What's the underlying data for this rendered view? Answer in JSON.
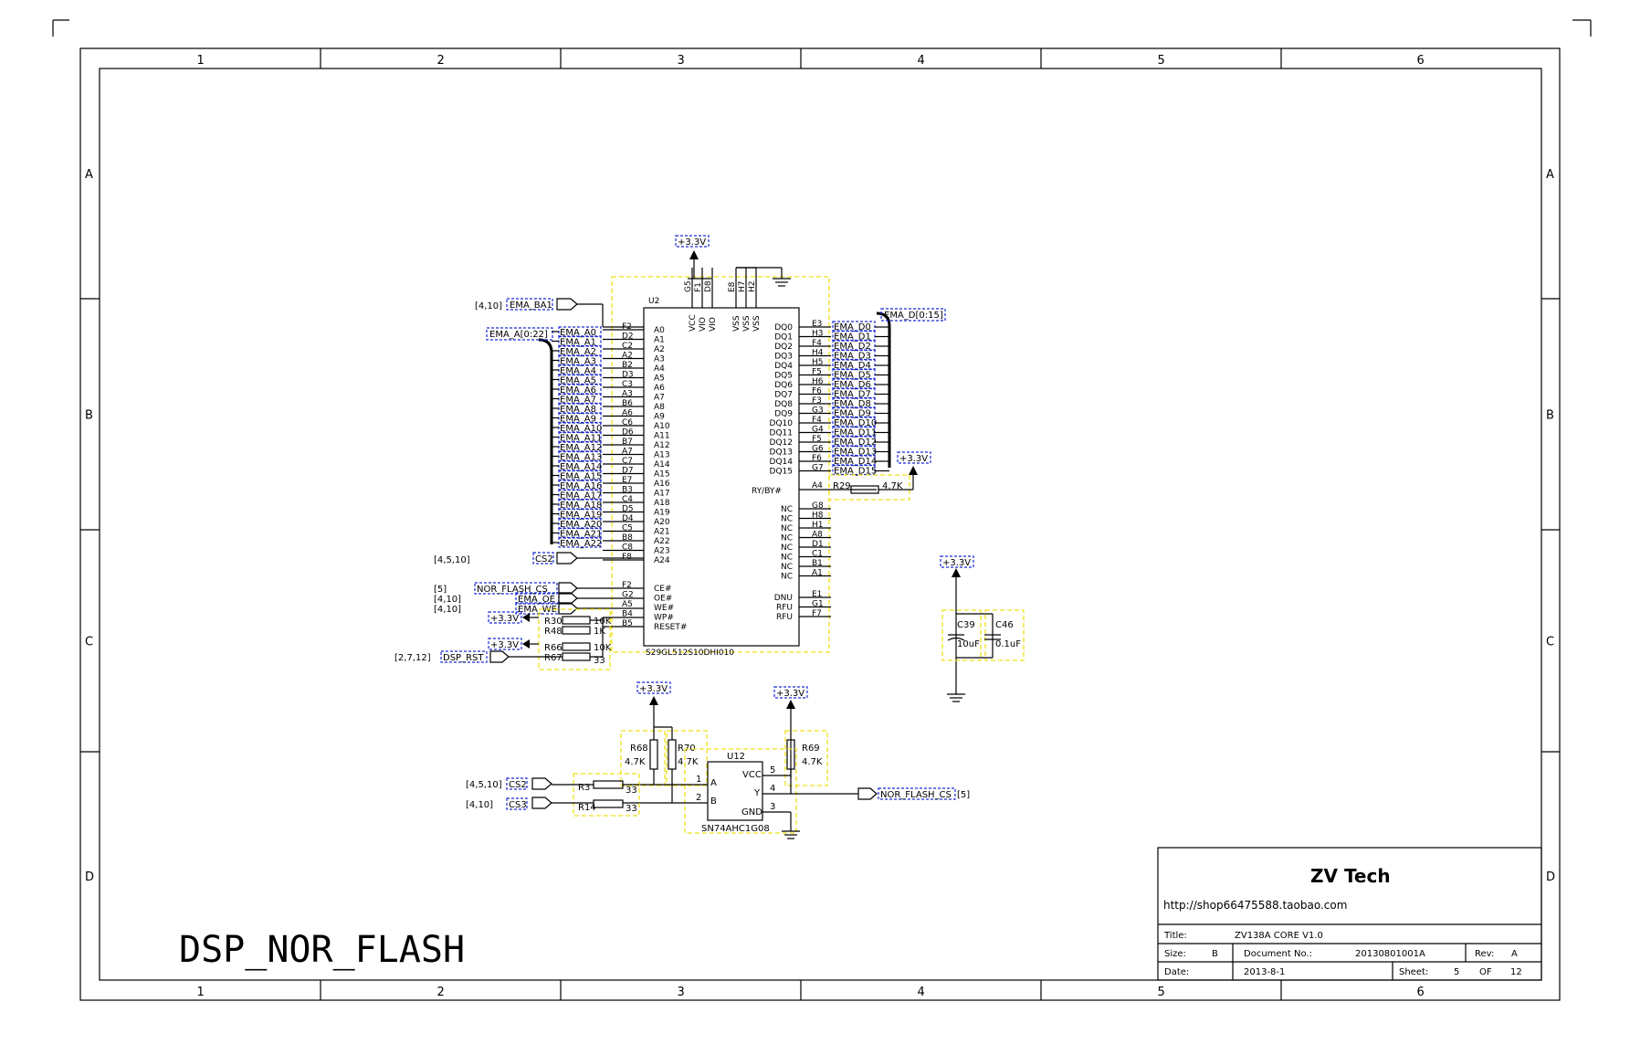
{
  "frame": {
    "col_labels": [
      "1",
      "2",
      "3",
      "4",
      "5",
      "6"
    ],
    "row_labels": [
      "A",
      "B",
      "C",
      "D"
    ]
  },
  "sheet_title": "DSP_NOR_FLASH",
  "title_block": {
    "company": "ZV Tech",
    "url": "http://shop66475588.taobao.com",
    "title_label": "Title:",
    "title_value": "ZV138A CORE V1.0",
    "size_label": "Size:",
    "size_value": "B",
    "docno_label": "Document No.:",
    "docno_value": "20130801001A",
    "rev_label": "Rev:",
    "rev_value": "A",
    "date_label": "Date:",
    "date_value": "2013-8-1",
    "sheet_label": "Sheet:",
    "sheet_value": "5",
    "of_label": "OF",
    "of_value": "12"
  },
  "u2": {
    "ref": "U2",
    "part": "S29GL512S10DHI010",
    "power_pins_top": [
      "VCC",
      "VIO",
      "VIO",
      "VSS",
      "VSS",
      "VSS"
    ],
    "power_pin_numbers": [
      "G5",
      "F1",
      "D8",
      "E8",
      "H7",
      "H2"
    ],
    "left_pins": [
      {
        "name": "A0",
        "num": "F2"
      },
      {
        "name": "A1",
        "num": "D2"
      },
      {
        "name": "A2",
        "num": "C2"
      },
      {
        "name": "A3",
        "num": "A2"
      },
      {
        "name": "A4",
        "num": "B2"
      },
      {
        "name": "A5",
        "num": "D3"
      },
      {
        "name": "A6",
        "num": "C3"
      },
      {
        "name": "A7",
        "num": "A3"
      },
      {
        "name": "A8",
        "num": "B6"
      },
      {
        "name": "A9",
        "num": "A6"
      },
      {
        "name": "A10",
        "num": "C6"
      },
      {
        "name": "A11",
        "num": "D6"
      },
      {
        "name": "A12",
        "num": "B7"
      },
      {
        "name": "A13",
        "num": "A7"
      },
      {
        "name": "A14",
        "num": "C7"
      },
      {
        "name": "A15",
        "num": "D7"
      },
      {
        "name": "A16",
        "num": "E7"
      },
      {
        "name": "A17",
        "num": "B3"
      },
      {
        "name": "A18",
        "num": "C4"
      },
      {
        "name": "A19",
        "num": "D5"
      },
      {
        "name": "A20",
        "num": "D4"
      },
      {
        "name": "A21",
        "num": "C5"
      },
      {
        "name": "A22",
        "num": "B8"
      },
      {
        "name": "A23",
        "num": "C8"
      },
      {
        "name": "A24",
        "num": "F8"
      }
    ],
    "ctrl_pins": [
      {
        "name": "CE#",
        "num": "F2"
      },
      {
        "name": "OE#",
        "num": "G2"
      },
      {
        "name": "WE#",
        "num": "A5"
      },
      {
        "name": "WP#",
        "num": "B4"
      },
      {
        "name": "RESET#",
        "num": "B5"
      }
    ],
    "right_pins": [
      {
        "name": "DQ0",
        "num": "E3"
      },
      {
        "name": "DQ1",
        "num": "H3"
      },
      {
        "name": "DQ2",
        "num": "F4"
      },
      {
        "name": "DQ3",
        "num": "H4"
      },
      {
        "name": "DQ4",
        "num": "H5"
      },
      {
        "name": "DQ5",
        "num": "F5"
      },
      {
        "name": "DQ6",
        "num": "H6"
      },
      {
        "name": "DQ7",
        "num": "F6"
      },
      {
        "name": "DQ8",
        "num": "F3"
      },
      {
        "name": "DQ9",
        "num": "G3"
      },
      {
        "name": "DQ10",
        "num": "F4"
      },
      {
        "name": "DQ11",
        "num": "G4"
      },
      {
        "name": "DQ12",
        "num": "F5"
      },
      {
        "name": "DQ13",
        "num": "G6"
      },
      {
        "name": "DQ14",
        "num": "F6"
      },
      {
        "name": "DQ15",
        "num": "G7"
      }
    ],
    "ryby_pin": {
      "name": "RY/BY#",
      "num": "A4"
    },
    "nc_pins": [
      {
        "name": "NC",
        "num": "G8"
      },
      {
        "name": "NC",
        "num": "H8"
      },
      {
        "name": "NC",
        "num": "H1"
      },
      {
        "name": "NC",
        "num": "A8"
      },
      {
        "name": "NC",
        "num": "D1"
      },
      {
        "name": "NC",
        "num": "C1"
      },
      {
        "name": "NC",
        "num": "B1"
      },
      {
        "name": "NC",
        "num": "A1"
      }
    ],
    "other_pins": [
      {
        "name": "DNU",
        "num": "E1"
      },
      {
        "name": "RFU",
        "num": "G1"
      },
      {
        "name": "RFU",
        "num": "F7"
      }
    ]
  },
  "address_nets": [
    "EMA_A0",
    "EMA_A1",
    "EMA_A2",
    "EMA_A3",
    "EMA_A4",
    "EMA_A5",
    "EMA_A6",
    "EMA_A7",
    "EMA_A8",
    "EMA_A9",
    "EMA_A10",
    "EMA_A11",
    "EMA_A12",
    "EMA_A13",
    "EMA_A14",
    "EMA_A15",
    "EMA_A16",
    "EMA_A17",
    "EMA_A18",
    "EMA_A19",
    "EMA_A20",
    "EMA_A21",
    "EMA_A22"
  ],
  "data_nets": [
    "EMA_D0",
    "EMA_D1",
    "EMA_D2",
    "EMA_D3",
    "EMA_D4",
    "EMA_D5",
    "EMA_D6",
    "EMA_D7",
    "EMA_D8",
    "EMA_D9",
    "EMA_D10",
    "EMA_D11",
    "EMA_D12",
    "EMA_D13",
    "EMA_D14",
    "EMA_D15"
  ],
  "ports": {
    "ema_ba1": {
      "name": "EMA_BA1",
      "ref": "[4,10]"
    },
    "ema_a_bus": {
      "name": "EMA_A[0:22]"
    },
    "ema_d_bus": {
      "name": "EMA_D[0:15]"
    },
    "cs2_top": {
      "name": "CS2",
      "ref": "[4,5,10]"
    },
    "nor_cs_in": {
      "name": "NOR_FLASH_CS",
      "ref": "[5]"
    },
    "ema_oe": {
      "name": "EMA_OE",
      "ref": "[4,10]"
    },
    "ema_we": {
      "name": "EMA_WE",
      "ref": "[4,10]"
    },
    "dsp_rst": {
      "name": "DSP_RST",
      "ref": "[2,7,12]"
    },
    "cs2_bot": {
      "name": "CS2",
      "ref": "[4,5,10]"
    },
    "cs3": {
      "name": "CS3",
      "ref": "[4,10]"
    },
    "nor_cs_out": {
      "name": "NOR_FLASH_CS",
      "ref": "[5]"
    }
  },
  "power": {
    "label": "+3.3V"
  },
  "resistors": {
    "r29": {
      "ref": "R29",
      "value": "4.7K"
    },
    "r30": {
      "ref": "R30",
      "value": "10K"
    },
    "r48": {
      "ref": "R48",
      "value": "1K"
    },
    "r66": {
      "ref": "R66",
      "value": "10K"
    },
    "r67": {
      "ref": "R67",
      "value": "33"
    },
    "r68": {
      "ref": "R68",
      "value": "4.7K"
    },
    "r70": {
      "ref": "R70",
      "value": "4.7K"
    },
    "r69": {
      "ref": "R69",
      "value": "4.7K"
    },
    "r3": {
      "ref": "R3",
      "value": "33"
    },
    "r14": {
      "ref": "R14",
      "value": "33"
    }
  },
  "caps": {
    "c39": {
      "ref": "C39",
      "value": "10uF"
    },
    "c46": {
      "ref": "C46",
      "value": "0.1uF"
    }
  },
  "u12": {
    "ref": "U12",
    "part": "SN74AHC1G08",
    "pins": [
      {
        "name": "A",
        "num": "1"
      },
      {
        "name": "B",
        "num": "2"
      },
      {
        "name": "VCC",
        "num": "5"
      },
      {
        "name": "Y",
        "num": "4"
      },
      {
        "name": "GND",
        "num": "3"
      }
    ]
  }
}
